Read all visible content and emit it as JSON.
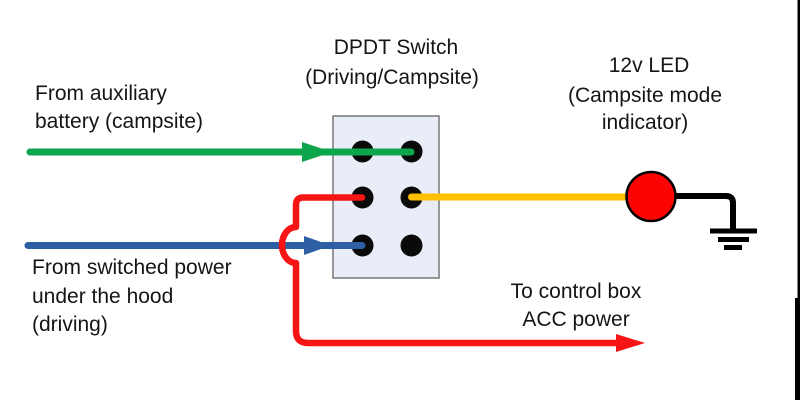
{
  "diagram": {
    "switch_label": {
      "line1": "DPDT Switch",
      "line2": "(Driving/Campsite)"
    },
    "led_label": {
      "line1": "12v LED",
      "line2": "(Campsite mode",
      "line3": "indicator)"
    },
    "aux_battery_label": {
      "line1": "From auxiliary",
      "line2": "battery (campsite)"
    },
    "switched_power_label": {
      "line1": "From switched power",
      "line2": "under the hood",
      "line3": "(driving)"
    },
    "acc_power_label": {
      "line1": "To control box",
      "line2": "ACC power"
    }
  },
  "icons": {
    "led_icon": "red-filled-circle",
    "ground_icon": "three-bar-earth-ground",
    "switch_icon": "six-pin-dpdt-block",
    "arrow_icon": "solid-triangle-arrowhead"
  },
  "colors": {
    "campsite_wire_green": "#0da64d",
    "driving_wire_blue": "#2e5fa5",
    "acc_wire_red": "#f71414",
    "led_wire_yellow": "#ffc000",
    "ground_wire_black": "#000000",
    "led_fill_red": "#fc0404",
    "led_outline": "#000000",
    "switch_body_fill": "#e9edf7",
    "switch_body_border": "#7f7f7f",
    "pin_black": "#0a0a0a",
    "text_ink": "#151515",
    "frame_border_black": "#000000"
  }
}
